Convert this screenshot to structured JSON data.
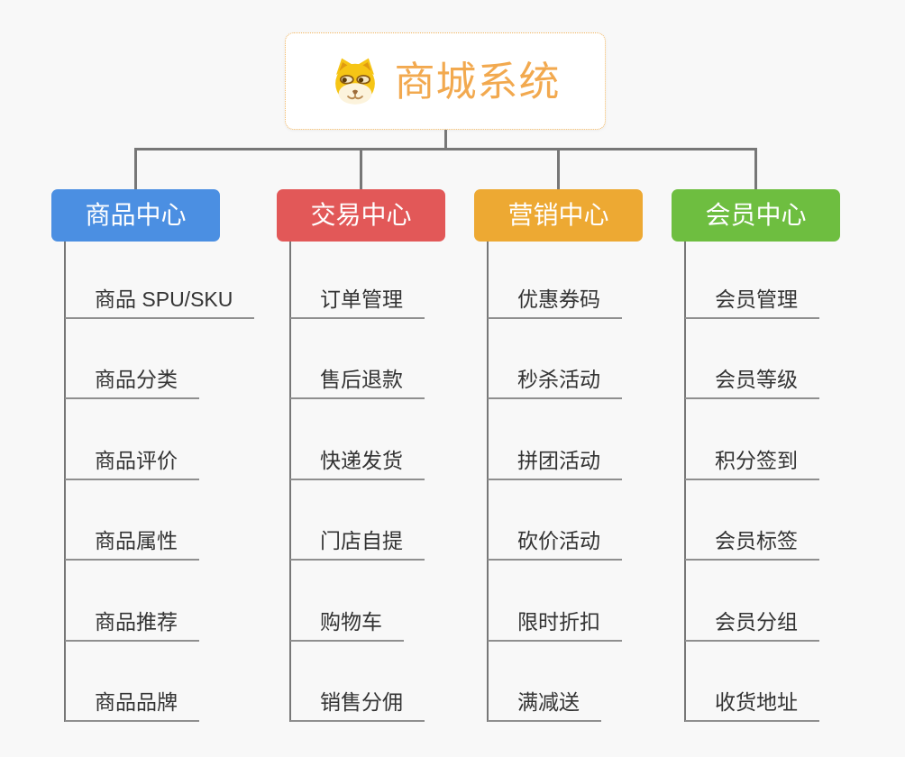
{
  "root": {
    "title": "商城系统",
    "icon": "doge-icon",
    "title_color": "#f2a94f",
    "border_color": "#f2b660"
  },
  "colors": {
    "connector": "#777777",
    "underline": "#8f8f8f",
    "leaf_text": "#333333",
    "background": "#f8f8f8"
  },
  "branches": [
    {
      "label": "商品中心",
      "color": "#4b8fe2",
      "children": [
        "商品 SPU/SKU",
        "商品分类",
        "商品评价",
        "商品属性",
        "商品推荐",
        "商品品牌"
      ]
    },
    {
      "label": "交易中心",
      "color": "#e25858",
      "children": [
        "订单管理",
        "售后退款",
        "快递发货",
        "门店自提",
        "购物车",
        "销售分佣"
      ]
    },
    {
      "label": "营销中心",
      "color": "#eda933",
      "children": [
        "优惠券码",
        "秒杀活动",
        "拼团活动",
        "砍价活动",
        "限时折扣",
        "满减送"
      ]
    },
    {
      "label": "会员中心",
      "color": "#6ebe40",
      "children": [
        "会员管理",
        "会员等级",
        "积分签到",
        "会员标签",
        "会员分组",
        "收货地址"
      ]
    }
  ]
}
